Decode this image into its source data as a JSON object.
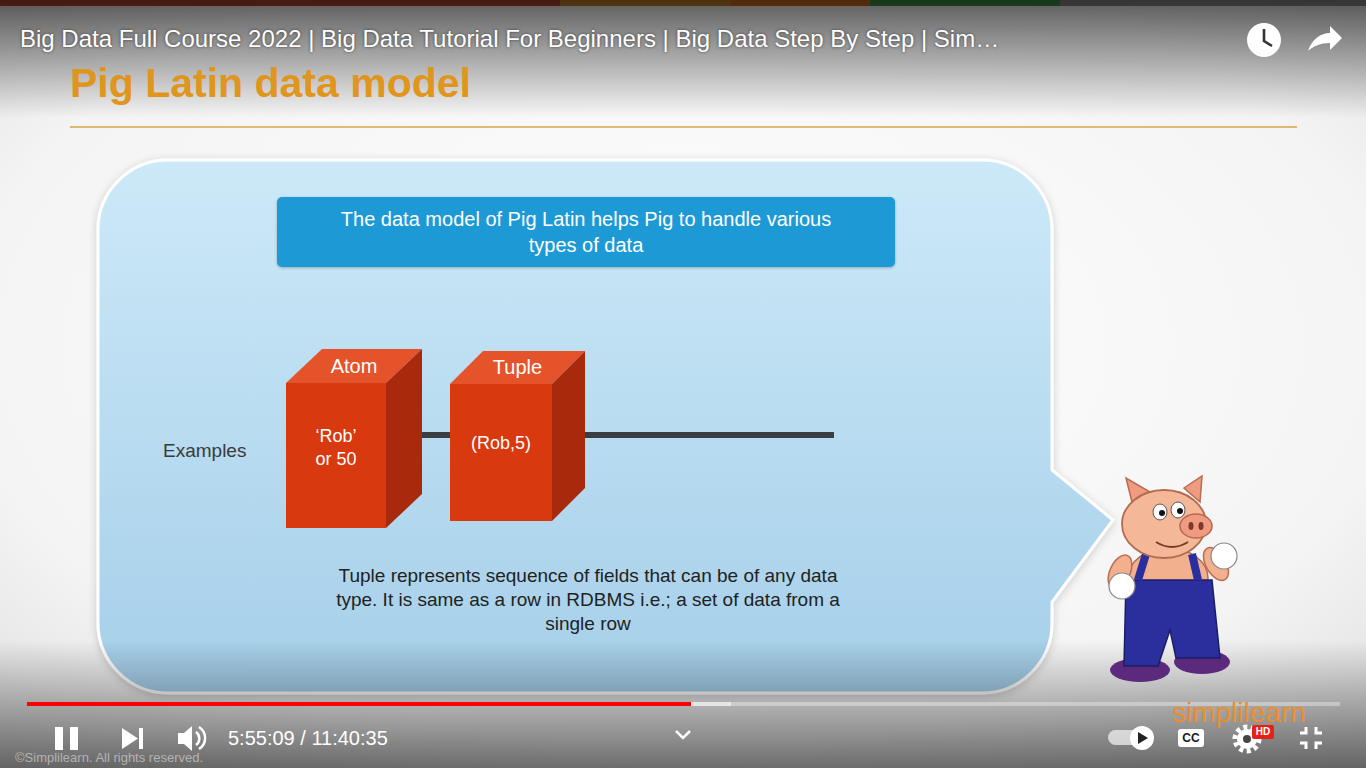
{
  "diagram": {
    "title": "Pig Latin data model",
    "nodes": [
      {
        "text": [
          "Examples",
          "Tuple represents sequence of fields that can be of any data type. It is same as a row in RDBMS i.e.; a set of data from a single row"
        ]
      },
      {
        "text": [
          "The data model of Pig Latin helps Pig to handle various types of data"
        ],
        "in": 0
      },
      {
        "text": [
          "Atom",
          "‘Rob’ or 50"
        ],
        "in": 0
      },
      {
        "text": [
          "Tuple",
          "(Rob,5)"
        ],
        "in": 0
      }
    ],
    "edges": [
      {
        "from": 2,
        "to": 3,
        "arrow": "none"
      }
    ],
    "labels": [
      "Big Data Full Course 2022 | Big Data Tutorial For Beginners | Big Data Step By Step | Sim…",
      "5:55:09 / 11:40:35",
      "CC",
      "HD",
      "simplilearn",
      "©Simplilearn. All rights reserved."
    ]
  }
}
